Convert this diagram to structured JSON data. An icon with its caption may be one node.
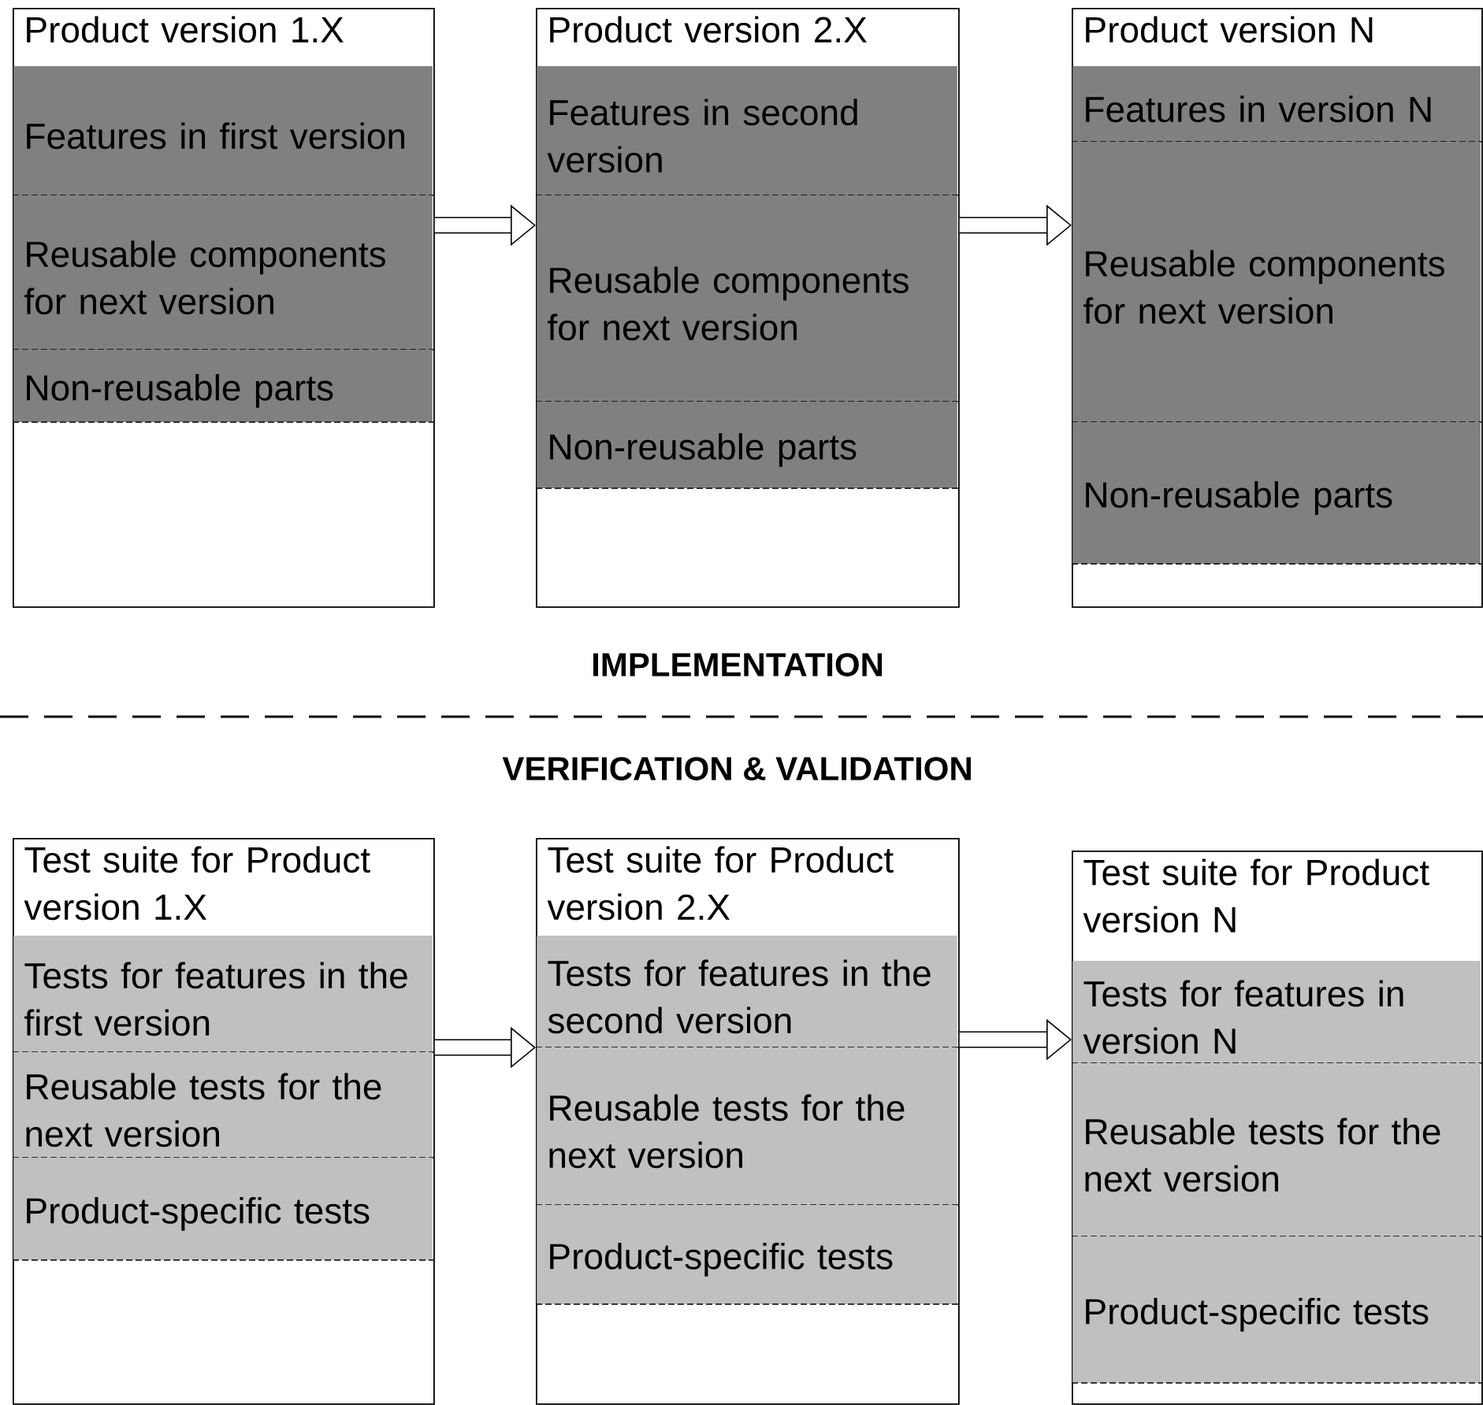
{
  "diagram": {
    "nodes": [
      {
        "text": [
          "Product version 1.X"
        ]
      },
      {
        "text": [
          "Features in first version"
        ],
        "in": 0
      },
      {
        "text": [
          "Reusable components for next version"
        ],
        "in": 0
      },
      {
        "text": [
          "Non-reusable parts"
        ],
        "in": 0
      },
      {
        "text": [
          "Product version 2.X"
        ]
      },
      {
        "text": [
          "Features in second version"
        ],
        "in": 4
      },
      {
        "text": [
          "Reusable components for next version"
        ],
        "in": 4
      },
      {
        "text": [
          "Non-reusable parts"
        ],
        "in": 4
      },
      {
        "text": [
          "Product version N"
        ]
      },
      {
        "text": [
          "Features in version N"
        ],
        "in": 8
      },
      {
        "text": [
          "Reusable components for next version"
        ],
        "in": 8
      },
      {
        "text": [
          "Non-reusable parts"
        ],
        "in": 8
      },
      {
        "text": [
          "Test suite for Product version 1.X"
        ]
      },
      {
        "text": [
          "Tests for features in the first version"
        ],
        "in": 12
      },
      {
        "text": [
          "Reusable tests for the next version"
        ],
        "in": 12
      },
      {
        "text": [
          "Product-specific tests"
        ],
        "in": 12
      },
      {
        "text": [
          "Test suite for Product version 2.X"
        ]
      },
      {
        "text": [
          "Tests for features in the second version"
        ],
        "in": 16
      },
      {
        "text": [
          "Reusable tests for the next version"
        ],
        "in": 16
      },
      {
        "text": [
          "Product-specific tests"
        ],
        "in": 16
      },
      {
        "text": [
          "Test suite for Product version N"
        ]
      },
      {
        "text": [
          "Tests for features in version N"
        ],
        "in": 20
      },
      {
        "text": [
          "Reusable tests for the next version"
        ],
        "in": 20
      },
      {
        "text": [
          "Product-specific tests"
        ],
        "in": 20
      }
    ],
    "edges": [
      {
        "from": 0,
        "to": 4,
        "arrow": "to"
      },
      {
        "from": 4,
        "to": 8,
        "arrow": "to"
      },
      {
        "from": 12,
        "to": 16,
        "arrow": "to"
      },
      {
        "from": 16,
        "to": 20,
        "arrow": "to"
      }
    ],
    "labels": [
      "IMPLEMENTATION",
      "VERIFICATION & VALIDATION"
    ]
  }
}
